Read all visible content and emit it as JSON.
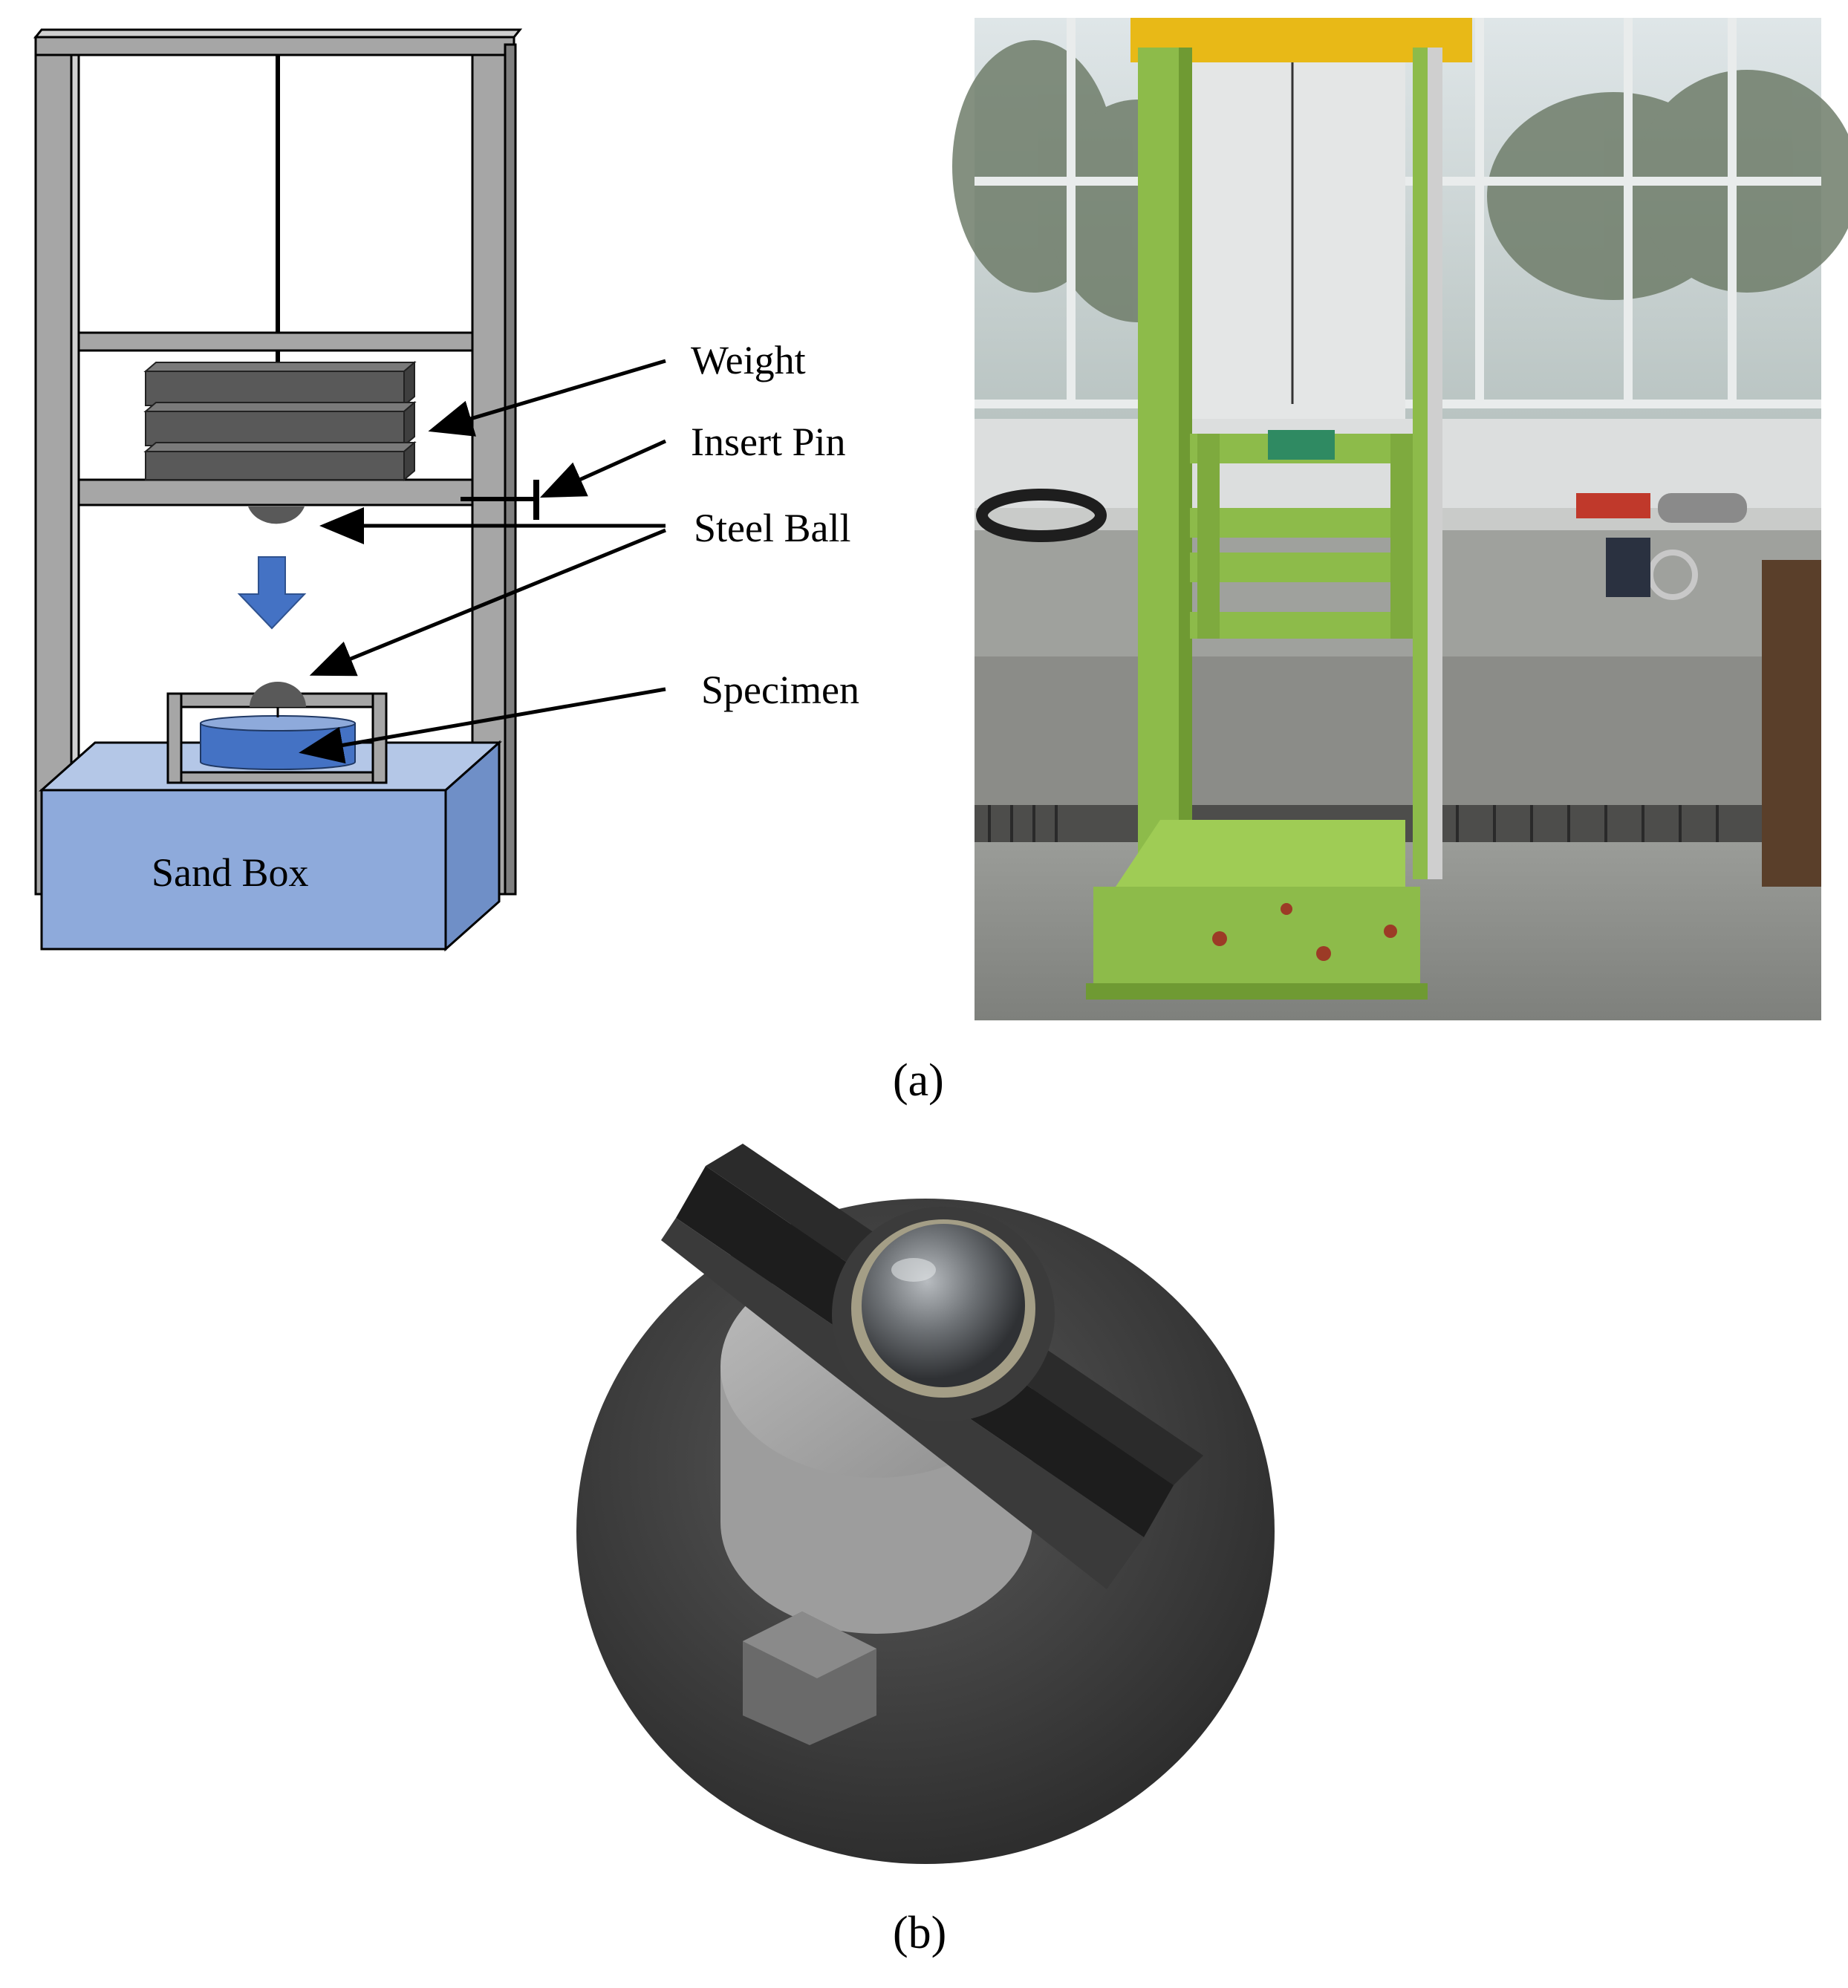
{
  "figure_a": {
    "caption": "(a)",
    "schematic": {
      "labels": {
        "weight": "Weight",
        "insert_pin": "Insert Pin",
        "steel_ball": "Steel Ball",
        "specimen": "Specimen",
        "sand_box": "Sand Box"
      }
    }
  },
  "figure_b": {
    "caption": "(b)"
  },
  "colors": {
    "frame": "#a6a6a6",
    "weight": "#595959",
    "sand_box": "#8eaadb",
    "specimen": "#4472c4",
    "arrow_fill": "#4472c4",
    "machine_green": "#8dbb4a",
    "machine_top": "#e8b917",
    "base_disc": "#3a3a3a"
  }
}
